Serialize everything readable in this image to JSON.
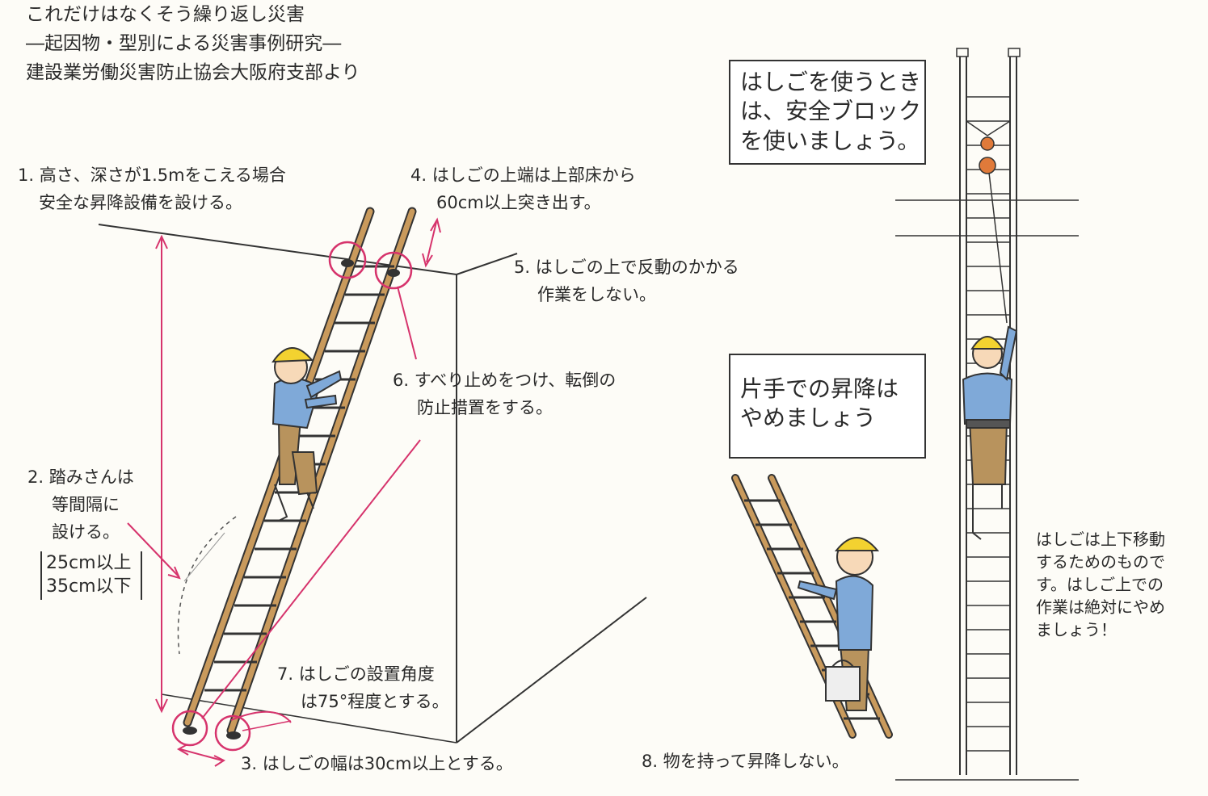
{
  "header": {
    "line1": "これだけはなくそう繰り返し災害",
    "line2": "―起因物・型別による災害事例研究―",
    "line3": "建設業労働災害防止協会大阪府支部より"
  },
  "notes": {
    "n1": {
      "line1": "1. 高さ、深さが1.5mをこえる場合",
      "line2": "安全な昇降設備を設ける。"
    },
    "n2": {
      "line1": "2. 踏みさんは",
      "line2": "等間隔に",
      "line3": "設ける。",
      "range_min": "25cm以上",
      "range_max": "35cm以下"
    },
    "n3": {
      "line1": "3. はしごの幅は30cm以上とする。"
    },
    "n4": {
      "line1": "4. はしごの上端は上部床から",
      "line2": "60cm以上突き出す。"
    },
    "n5": {
      "line1": "5. はしごの上で反動のかかる",
      "line2": "作業をしない。"
    },
    "n6": {
      "line1": "6. すべり止めをつけ、転倒の",
      "line2": "防止措置をする。"
    },
    "n7": {
      "line1": "7. はしごの設置角度",
      "line2": "は75°程度とする。"
    },
    "n8": {
      "line1": "8. 物を持って昇降しない。"
    }
  },
  "boxes": {
    "safety_block": {
      "line1": "はしごを使うとき",
      "line2": "は、安全ブロック",
      "line3": "を使いましょう。"
    },
    "one_hand": {
      "line1": "片手での昇降は",
      "line2": "やめましょう"
    }
  },
  "side_note": {
    "line1": "はしごは上下移動",
    "line2": "するためのもので",
    "line3": "す。はしご上での",
    "line4": "作業は絶対にやめ",
    "line5": "ましょう！"
  },
  "colors": {
    "ladder_wood": "#c99a5c",
    "marker_pink": "#d6336c",
    "helmet_yellow": "#f3d230",
    "shirt_blue": "#7fa9d8",
    "pants_khaki": "#b8935d"
  }
}
